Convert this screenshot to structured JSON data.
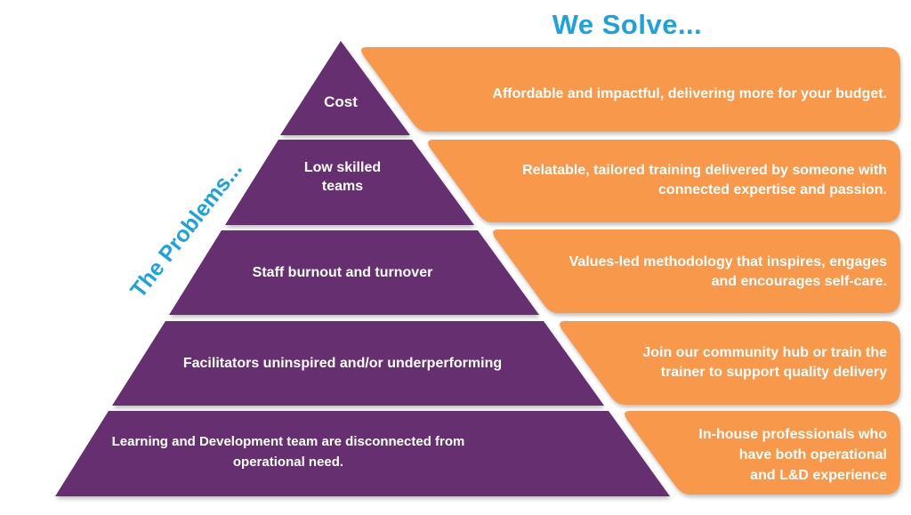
{
  "title": "We Solve...",
  "side_label": "The Problems...",
  "colors": {
    "purple": "#663070",
    "orange": "#F7984A",
    "blue": "#1EA2DB",
    "text_on_shapes": "#FFFFFF"
  },
  "pyramid": {
    "tiers": [
      {
        "lines": [
          "Cost"
        ]
      },
      {
        "lines": [
          "Low skilled",
          "teams"
        ]
      },
      {
        "lines": [
          "Staff burnout and turnover"
        ]
      },
      {
        "lines": [
          "Facilitators uninspired and/or underperforming"
        ]
      },
      {
        "lines": [
          "Learning and Development team are disconnected from",
          "operational need."
        ]
      }
    ]
  },
  "solutions": [
    {
      "lines": [
        "Affordable and impactful, delivering more for your budget."
      ]
    },
    {
      "lines": [
        "Relatable, tailored training delivered by someone with",
        "connected expertise and passion."
      ]
    },
    {
      "lines": [
        "Values-led methodology that inspires, engages",
        "and encourages self-care."
      ]
    },
    {
      "lines": [
        "Join our community hub or train the",
        "trainer to support quality delivery"
      ]
    },
    {
      "lines": [
        "In-house professionals who",
        "have both operational",
        "and L&D experience"
      ]
    }
  ]
}
